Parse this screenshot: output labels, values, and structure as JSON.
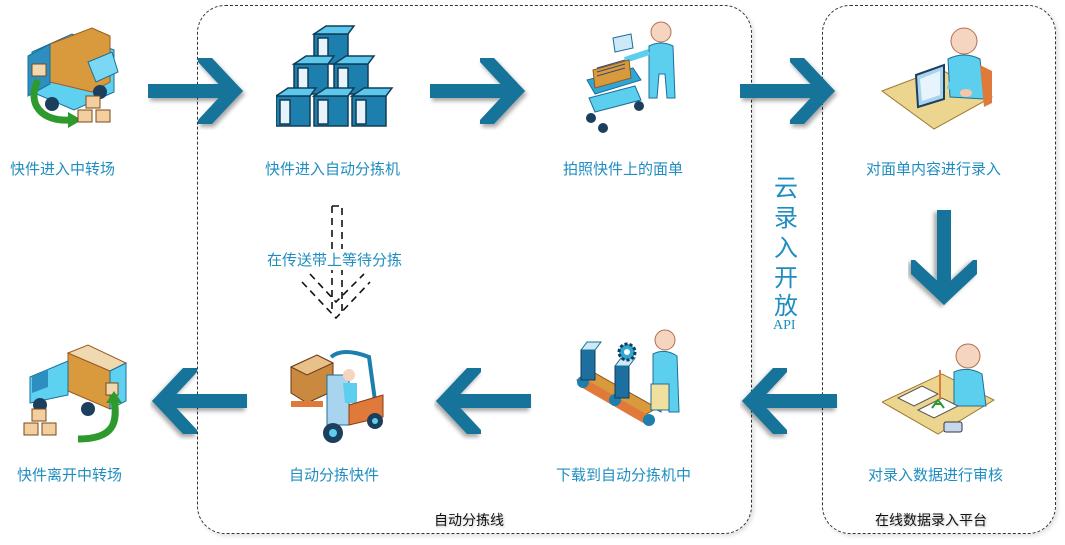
{
  "colors": {
    "arrow": "#15739a",
    "label": "#1f8dc0",
    "region_border": "#333333",
    "box_orange": "#d89a3c",
    "truck_blue": "#3cc4ec",
    "green_arrow": "#2e9a2e"
  },
  "regions": {
    "sorting_line": {
      "title": "自动分拣线"
    },
    "entry_platform": {
      "title": "在线数据录入平台"
    }
  },
  "steps": [
    {
      "id": "enter-hub",
      "label": "快件进入中转场",
      "icon": "truck-unloading-icon"
    },
    {
      "id": "enter-sorter",
      "label": "快件进入自动分拣机",
      "icon": "stacked-boxes-icon"
    },
    {
      "id": "photo-waybill",
      "label": "拍照快件上的面单",
      "icon": "person-cart-icon"
    },
    {
      "id": "enter-waybill",
      "label": "对面单内容进行录入",
      "icon": "person-computer-icon"
    },
    {
      "id": "review-data",
      "label": "对录入数据进行审核",
      "icon": "person-desk-review-icon"
    },
    {
      "id": "download-sorter",
      "label": "下载到自动分拣机中",
      "icon": "conveyor-worker-icon"
    },
    {
      "id": "auto-sort",
      "label": "自动分拣快件",
      "icon": "forklift-icon"
    },
    {
      "id": "leave-hub",
      "label": "快件离开中转场",
      "icon": "truck-loading-icon"
    }
  ],
  "waiting_note": "在传送带上等待分拣",
  "api_channel": {
    "chars": [
      "云",
      "录",
      "入",
      "开",
      "放"
    ],
    "latin": "API"
  }
}
